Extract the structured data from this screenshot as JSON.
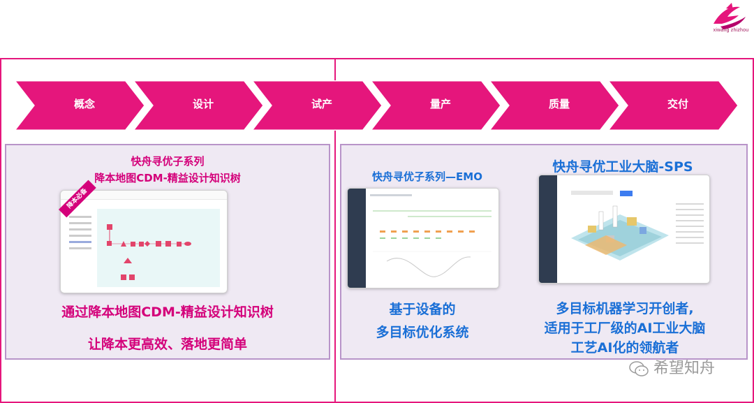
{
  "logo": {
    "text": "xiwang zhizhou"
  },
  "stages": [
    "概念",
    "设计",
    "试产",
    "量产",
    "质量",
    "交付"
  ],
  "left_panel": {
    "title_line1": "快舟寻优子系列",
    "title_line2": "降本地图CDM-精益设计知识树",
    "badge": "降本必备",
    "desc_line1": "通过降本地图CDM-精益设计知识树",
    "desc_line2": "让降本更高效、落地更简单"
  },
  "right_panel": {
    "emo_title": "快舟寻优子系列—EMO",
    "emo_desc_line1": "基于设备的",
    "emo_desc_line2": "多目标优化系统",
    "sps_title": "快舟寻优工业大脑-SPS",
    "sps_desc_line1": "多目标机器学习开创者,",
    "sps_desc_line2": "适用于工厂级的AI工业大脑",
    "sps_desc_line3": "工艺AI化的领航者"
  },
  "watermark": {
    "text": "希望知舟",
    "icon": "wechat-icon"
  },
  "colors": {
    "accent": "#e5167c",
    "panel_bg": "#efe9f3",
    "panel_border": "#b894c9",
    "blue": "#1a6fd6"
  }
}
